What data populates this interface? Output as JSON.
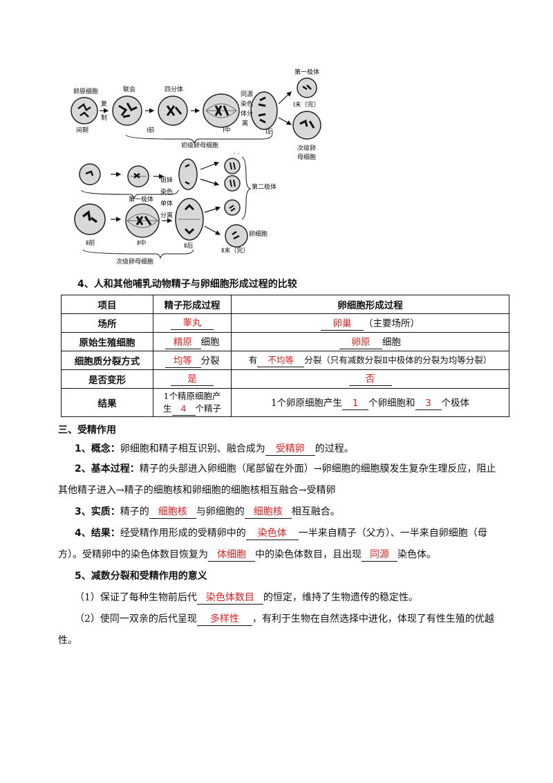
{
  "figure": {
    "labels": {
      "oogonium": "卵原细胞",
      "interphase": "间期",
      "replication_1": "复",
      "replication_2": "制",
      "synapsis": "联会",
      "tetrad": "四分体",
      "homolog_1": "同源",
      "homolog_2": "染色",
      "homolog_3": "体分",
      "homolog_4": "离",
      "first_polar": "第一极体",
      "m1_end": "Ⅰ末（完）",
      "secondary_oocyte_1": "次级卵",
      "secondary_oocyte_2": "母细胞",
      "primary_oocyte": "初级卵母细胞",
      "p1": "Ⅰ前",
      "m1": "Ⅰ中",
      "a1": "Ⅰ后",
      "sister_1": "姐妹",
      "sister_2": "染色",
      "sister_3": "单体",
      "sister_4": "分离",
      "second_polar": "第二极体",
      "first_polar_2": "第一极体",
      "egg": "卵细胞",
      "p2": "Ⅱ前",
      "m2": "Ⅱ中",
      "a2": "Ⅱ后",
      "t2": "Ⅱ末（完）",
      "secondary_oocyte": "次级卵母细胞"
    }
  },
  "section4": {
    "heading": "4、人和其他哺乳动物精子与卵细胞形成过程的比较"
  },
  "table": {
    "headers": [
      "项目",
      "精子形成过程",
      "卵细胞形成过程"
    ],
    "rows": [
      {
        "label": "场所",
        "sperm_ans": "睾丸",
        "egg_ans": "卵巢",
        "egg_after": "（主要场所）"
      },
      {
        "label": "原始生殖细胞",
        "sperm_ans": "精原",
        "sperm_after": "细胞",
        "egg_ans": "卵原",
        "egg_after": "细胞"
      },
      {
        "label": "细胞质分裂方式",
        "sperm_ans": "均等",
        "sperm_after": "分裂",
        "egg_before": "有",
        "egg_ans": "不均等",
        "egg_after": "分裂（只有减数分裂Ⅱ中极体的分裂为均等分裂）"
      },
      {
        "label": "是否变形",
        "sperm_ans": "是",
        "egg_ans": "否"
      },
      {
        "label": "结果",
        "sperm_line1": "1个精原细胞产",
        "sperm_line2a": "生",
        "sperm_ans": "4",
        "sperm_line2b": "个精子",
        "egg_before": "1个卵原细胞产生",
        "egg_ans1": "1",
        "egg_mid": "个卵细胞和",
        "egg_ans2": "3",
        "egg_after": "个极体"
      }
    ]
  },
  "section3": {
    "heading": "三、受精作用",
    "p1_label": "1、概念：",
    "p1_before": "卵细胞和精子相互识别、融合成为",
    "p1_ans": "受精卵",
    "p1_after": "的过程。",
    "p2_label": "2、基本过程：",
    "p2_line1": "精子的头部进入卵细胞（尾部留在外面）→卵细胞的细胞膜发生复杂生理反应，阻止",
    "p2_line2": "其他精子进入→精子的细胞核和卵细胞的细胞核相互融合→受精卵",
    "p3_label": "3、实质：",
    "p3_before": "精子的",
    "p3_ans1": "细胞核",
    "p3_mid": "与卵细胞的",
    "p3_ans2": "细胞核",
    "p3_after": "相互融合。",
    "p4_label": "4、结果：",
    "p4_before": "经受精作用形成的受精卵中的",
    "p4_ans1": "染色体",
    "p4_after1": "一半来自精子（父方）、一半来自卵细胞（母",
    "p4_line2_before": "方）。受精卵中的染色体数目恢复为",
    "p4_ans2": "体细胞",
    "p4_line2_mid": "中的染色体数目，且出现",
    "p4_ans3": "同源",
    "p4_line2_after": "染色体。",
    "p5_heading": "5、减数分裂和受精作用的意义",
    "p5a_before": "（1）保证了每种生物前后代",
    "p5a_ans": "染色体数目",
    "p5a_after": "的恒定，维持了生物遗传的稳定性。",
    "p5b_before": "（2）使同一双亲的后代呈现",
    "p5b_ans": "多样性",
    "p5b_after": "，有利于生物在自然选择中进化，体现了有性生殖的优越",
    "p5b_line2": "性。"
  }
}
